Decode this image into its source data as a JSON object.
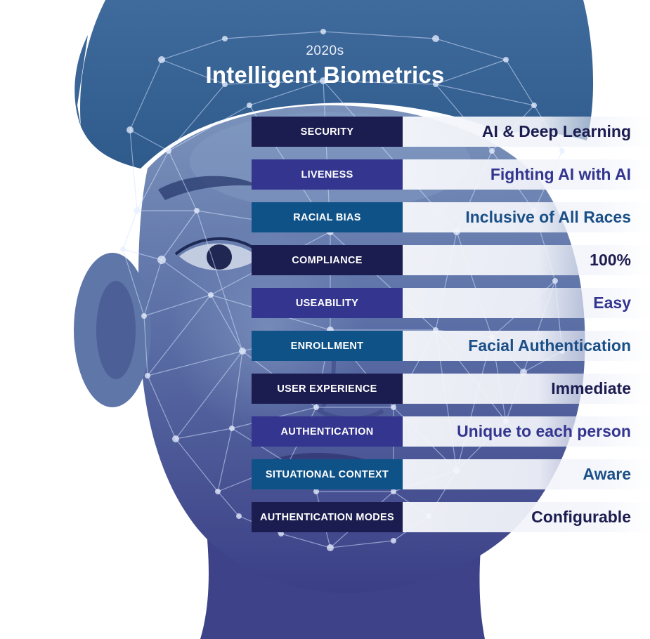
{
  "header": {
    "era": "2020s",
    "title": "Intelligent Biometrics"
  },
  "colors": {
    "navy": "#1b1c4f",
    "indigo": "#33358f",
    "teal_blue": "#0f5287",
    "value_navy": "#1b1c4f",
    "value_indigo": "#33358f",
    "value_blue": "#1a4f87",
    "overlay_top": "#6d86b0",
    "overlay_bottom": "#3a3d86",
    "mesh_line": "#d5e4ff"
  },
  "rows": [
    {
      "label": "SECURITY",
      "value": "AI & Deep Learning",
      "style": "navy"
    },
    {
      "label": "LIVENESS",
      "value": "Fighting AI with AI",
      "style": "indigo"
    },
    {
      "label": "RACIAL BIAS",
      "value": "Inclusive of All Races",
      "style": "teal_blue"
    },
    {
      "label": "COMPLIANCE",
      "value": "100%",
      "style": "navy"
    },
    {
      "label": "USEABILITY",
      "value": "Easy",
      "style": "indigo"
    },
    {
      "label": "ENROLLMENT",
      "value": "Facial Authentication",
      "style": "teal_blue"
    },
    {
      "label": "USER EXPERIENCE",
      "value": "Immediate",
      "style": "navy"
    },
    {
      "label": "AUTHENTICATION",
      "value": "Unique to each person",
      "style": "indigo"
    },
    {
      "label": "SITUATIONAL CONTEXT",
      "value": "Aware",
      "style": "teal_blue"
    },
    {
      "label": "AUTHENTICATION MODES",
      "value": "Configurable",
      "style": "navy"
    }
  ]
}
